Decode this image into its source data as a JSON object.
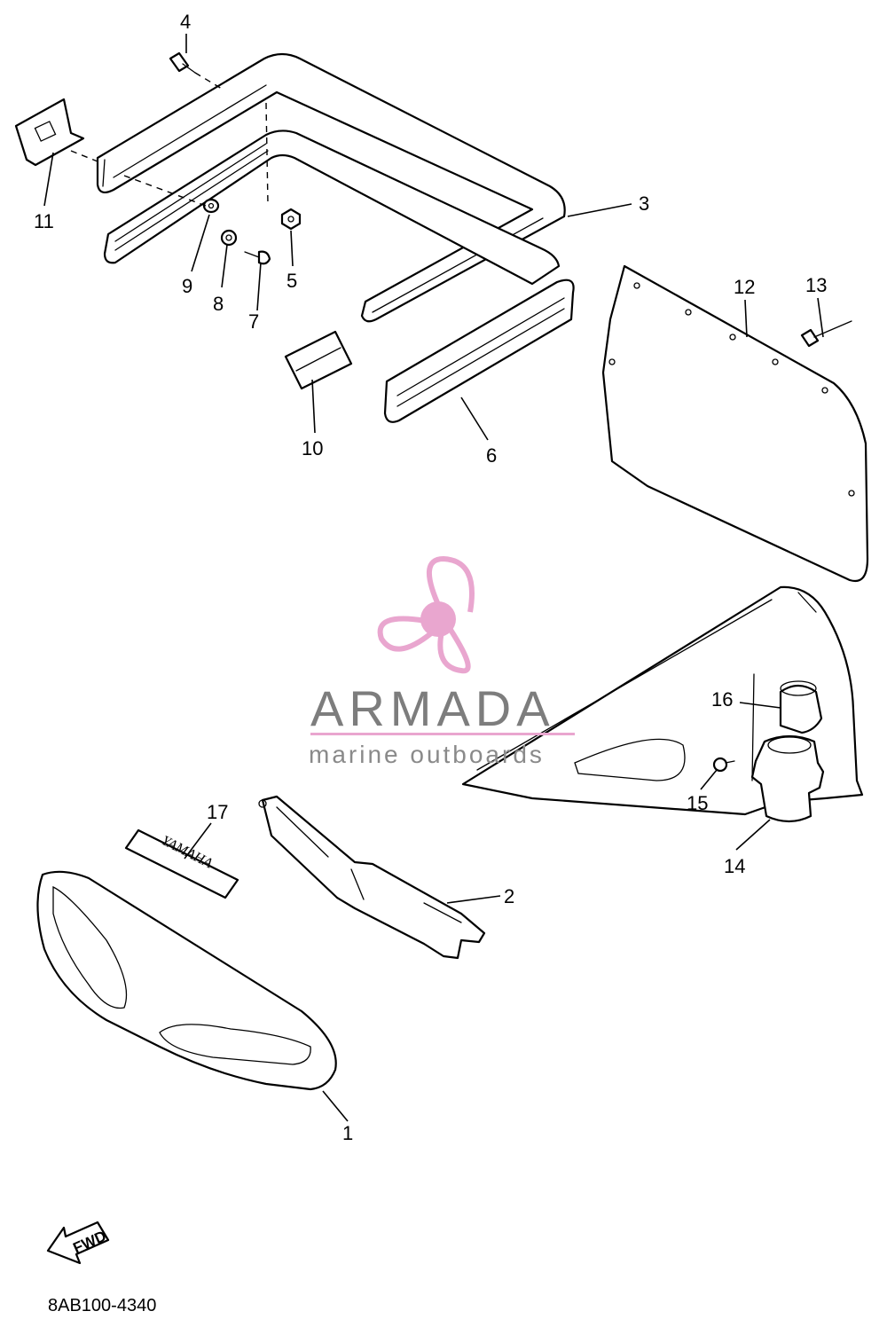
{
  "diagram": {
    "callouts": [
      {
        "id": "callout-1",
        "label": "1"
      },
      {
        "id": "callout-2",
        "label": "2"
      },
      {
        "id": "callout-3",
        "label": "3"
      },
      {
        "id": "callout-4",
        "label": "4"
      },
      {
        "id": "callout-5",
        "label": "5"
      },
      {
        "id": "callout-6",
        "label": "6"
      },
      {
        "id": "callout-7",
        "label": "7"
      },
      {
        "id": "callout-8",
        "label": "8"
      },
      {
        "id": "callout-9",
        "label": "9"
      },
      {
        "id": "callout-10",
        "label": "10"
      },
      {
        "id": "callout-11",
        "label": "11"
      },
      {
        "id": "callout-12",
        "label": "12"
      },
      {
        "id": "callout-13",
        "label": "13"
      },
      {
        "id": "callout-14",
        "label": "14"
      },
      {
        "id": "callout-15",
        "label": "15"
      },
      {
        "id": "callout-16",
        "label": "16"
      },
      {
        "id": "callout-17",
        "label": "17"
      }
    ],
    "diagram_code": "8AB100-4340",
    "fwd_label": "FWD",
    "badge_text": "YAMAHA"
  },
  "watermark": {
    "title": "ARMADA",
    "subtitle": "marine outboards",
    "accent_color": "#e9a6cf",
    "text_color": "#7d7d7d",
    "icon": "propeller-icon"
  }
}
